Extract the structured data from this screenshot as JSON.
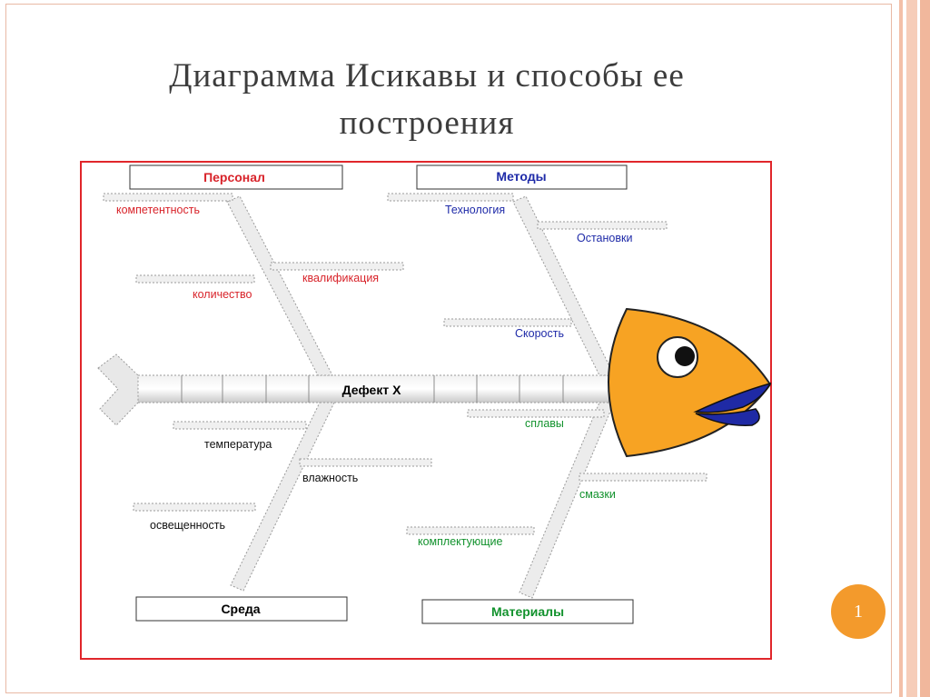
{
  "title": {
    "line1": "Диаграмма Исикавы и способы ее",
    "line2": "построения"
  },
  "diagram": {
    "effect_label": "Дефект Х",
    "categories": [
      {
        "label": "Персонал",
        "color": "#d8232a"
      },
      {
        "label": "Методы",
        "color": "#1e2aa8"
      },
      {
        "label": "Среда",
        "color": "#000000"
      },
      {
        "label": "Материалы",
        "color": "#12922d"
      }
    ],
    "causes": {
      "personnel": [
        "компетентность",
        "квалификация",
        "количество"
      ],
      "methods": [
        "Технология",
        "Остановки",
        "Скорость"
      ],
      "environment": [
        "температура",
        "влажность",
        "освещенность"
      ],
      "materials": [
        "сплавы",
        "смазки",
        "комплектующие"
      ]
    },
    "fish_head_color": "#f7a323",
    "mouth_color": "#1f2aa5"
  },
  "page_number": "1"
}
